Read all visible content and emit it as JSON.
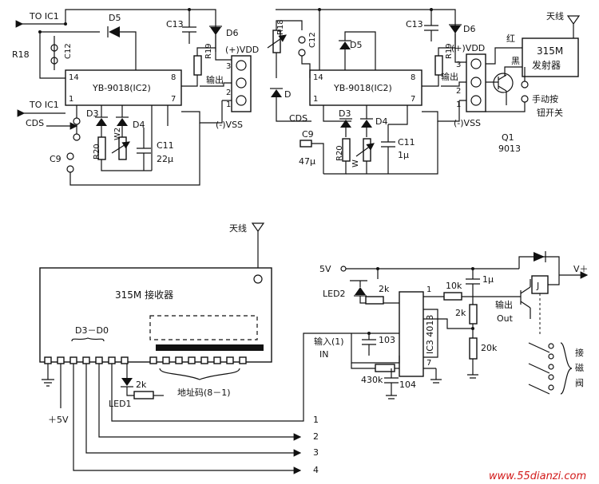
{
  "circuit_a": {
    "to_ic1_top": "TO IC1",
    "to_ic1_bottom": "TO IC1",
    "cds": "CDS",
    "r18": "R18",
    "c12": "C12",
    "d5": "D5",
    "c13": "C13",
    "d6": "D6",
    "r19": "R19",
    "ic2": "YB-9018(IC2)",
    "pin14": "14",
    "pin1": "1",
    "pin8": "8",
    "pin7": "7",
    "d3": "D3",
    "d4": "D4",
    "w2": "W2",
    "r20": "R20",
    "c9": "C9",
    "c11": "C11",
    "c11_val": "22μ",
    "vdd": "(+)VDD",
    "out": "输出",
    "vss": "(-)VSS",
    "p3": "3",
    "p2": "2",
    "p1": "1"
  },
  "circuit_b": {
    "r18": "R18",
    "c12": "C12",
    "d": "D",
    "d5": "D5",
    "c13": "C13",
    "d6": "D6",
    "r19": "R19",
    "ic2": "YB-9018(IC2)",
    "pin14": "14",
    "pin1": "1",
    "pin8": "8",
    "pin7": "7",
    "cds": "CDS",
    "d3": "D3",
    "d4": "D4",
    "c9": "C9",
    "c9_val": "47μ",
    "r20": "R20",
    "w": "W",
    "c11": "C11",
    "c11_val": "1μ",
    "vdd": "(+)VDD",
    "out": "输出",
    "vss": "(-)VSS",
    "p3": "3",
    "p2": "2",
    "p1": "1",
    "red": "红",
    "black": "黑",
    "antenna": "天线",
    "tx_line1": "315M",
    "tx_line2": "发射器",
    "button_line1": "手动按",
    "button_line2": "钮开关",
    "q1": "Q1",
    "q1_model": "9013"
  },
  "receiver": {
    "antenna": "天线",
    "title": "315M 接收器",
    "data_pins": "D3－D0",
    "address": "地址码(8－1)",
    "r2k": "2k",
    "led1": "LED1",
    "vplus5": "＋5V",
    "line1": "1",
    "line2": "2",
    "line3": "3",
    "line4": "4"
  },
  "ic3_circuit": {
    "v5": "5V",
    "led2": "LED2",
    "r2k_a": "2k",
    "pin1": "1",
    "r10k": "10k",
    "c1u": "1μ",
    "r2k_b": "2k",
    "out_cn": "输出",
    "out_en": "Out",
    "ic3": "IC3 4013",
    "in_cn": "输入(1)",
    "in_en": "IN",
    "c103": "103",
    "r430k": "430k",
    "c104": "104",
    "pin7": "7",
    "r20k": "20k",
    "relay": "J",
    "vplus": "V＋",
    "valve1": "接",
    "valve2": "磁",
    "valve3": "阀"
  },
  "watermark": "www.55dianzi.com"
}
